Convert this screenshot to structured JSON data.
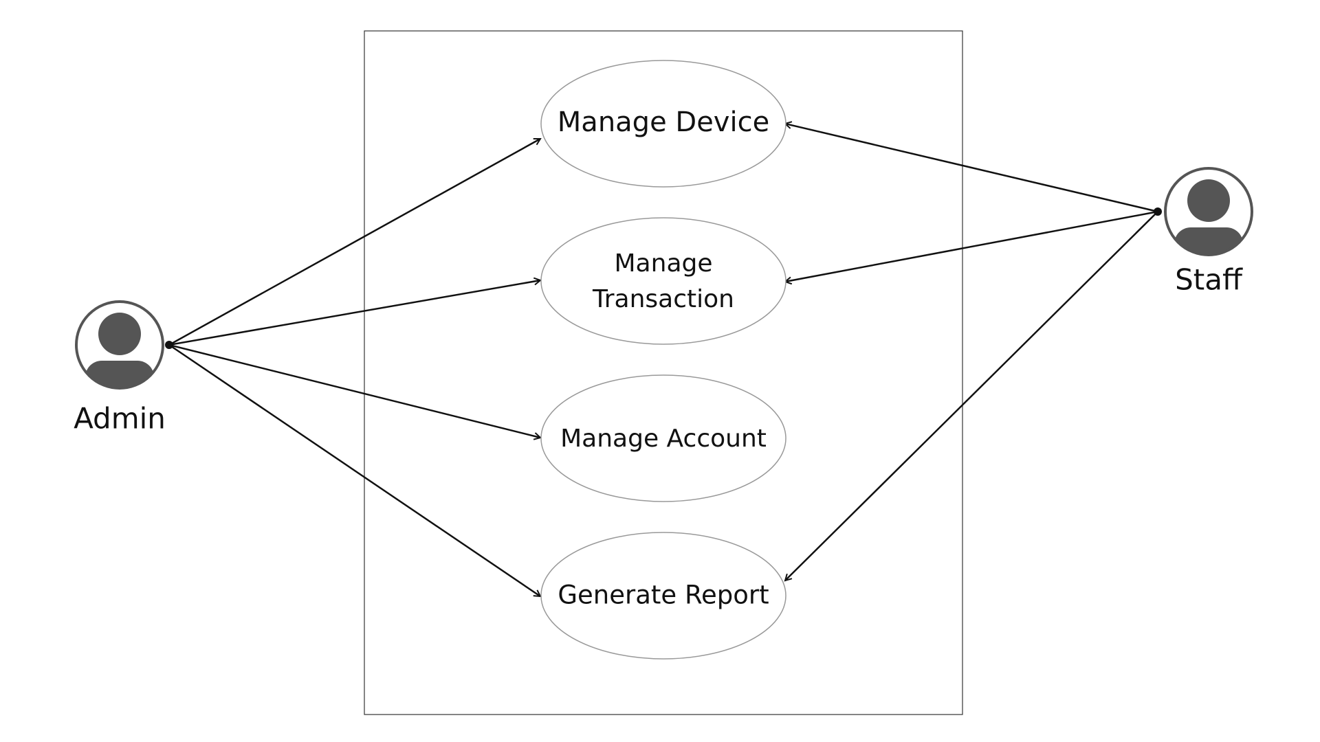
{
  "diagram": {
    "type": "use-case",
    "actors": {
      "admin": {
        "label": "Admin"
      },
      "staff": {
        "label": "Staff"
      }
    },
    "use_cases": {
      "manage_device": {
        "label": "Manage Device"
      },
      "manage_transaction": {
        "line1": "Manage",
        "line2": "Transaction"
      },
      "manage_account": {
        "label": "Manage Account"
      },
      "generate_report": {
        "label": "Generate Report"
      }
    },
    "associations": [
      {
        "from": "Admin",
        "to": "Manage Device"
      },
      {
        "from": "Admin",
        "to": "Manage Transaction"
      },
      {
        "from": "Admin",
        "to": "Manage Account"
      },
      {
        "from": "Admin",
        "to": "Generate Report"
      },
      {
        "from": "Staff",
        "to": "Manage Device"
      },
      {
        "from": "Staff",
        "to": "Manage Transaction"
      },
      {
        "from": "Staff",
        "to": "Generate Report"
      }
    ],
    "colors": {
      "line": "#111111",
      "actor_fill": "#555555",
      "ellipse_stroke": "#999999",
      "boundary_stroke": "#333333"
    }
  }
}
